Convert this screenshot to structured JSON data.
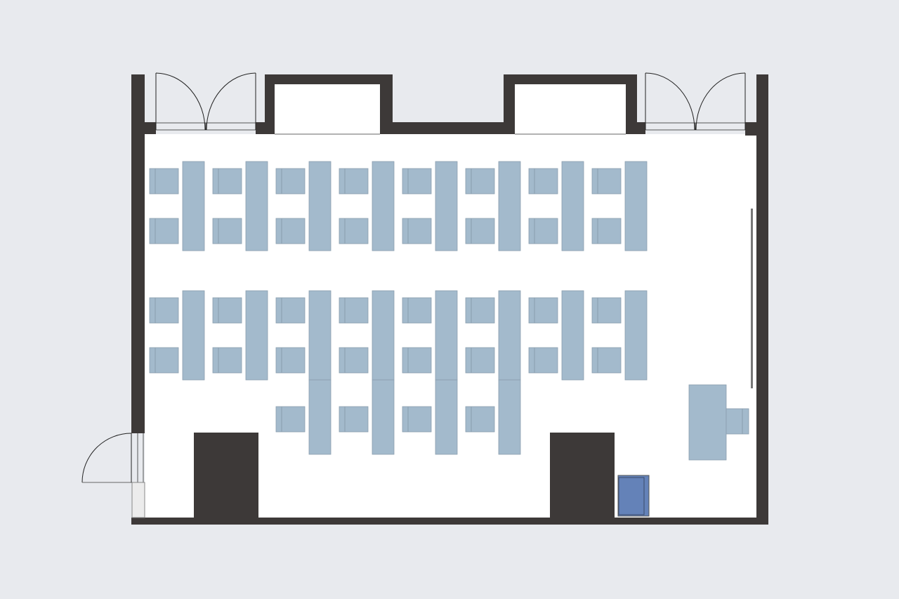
{
  "colors": {
    "background": "#e8eaee",
    "wall": "#3d3938",
    "floor": "#ffffff",
    "furniture": "#a3bacc",
    "furniture_edge": "#8a9eae",
    "cabinet": "#6482b8",
    "whiteboard": "#777777"
  },
  "elements": {
    "student_desks": "table",
    "student_chairs": "chair",
    "teacher_desk": "table",
    "teacher_chair": "chair",
    "cabinet": "cabinet",
    "whiteboard": "whiteboard",
    "doors": "door"
  }
}
